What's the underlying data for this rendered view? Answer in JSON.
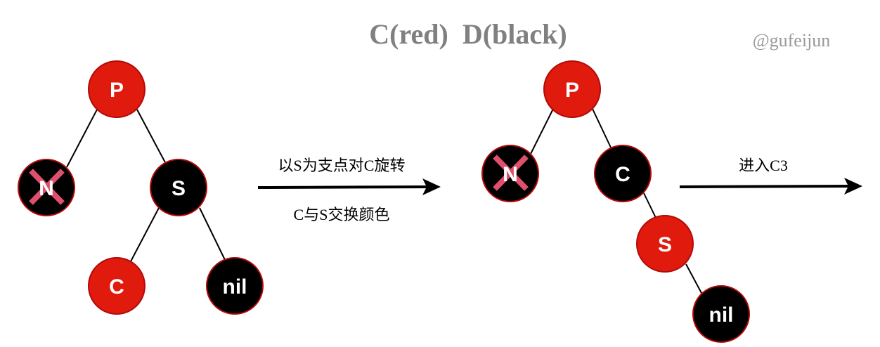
{
  "title": "C(red)  D(black)",
  "watermark": "@gufeijun",
  "colors": {
    "red_node": "#e01a0c",
    "black_node": "#000000",
    "node_border": "#b20a0a",
    "cross": "#e0506c",
    "label_text": "#ffffff",
    "title_text": "#808080"
  },
  "left_tree": {
    "nodes": {
      "p": {
        "label": "P",
        "color": "red"
      },
      "n": {
        "label": "N",
        "color": "black",
        "crossed": true
      },
      "s": {
        "label": "S",
        "color": "black"
      },
      "c": {
        "label": "C",
        "color": "red"
      },
      "nil": {
        "label": "nil",
        "color": "black"
      }
    }
  },
  "step1": {
    "caption_top": "以S为支点对C旋转",
    "caption_bottom": "C与S交换颜色"
  },
  "right_tree": {
    "nodes": {
      "p": {
        "label": "P",
        "color": "red"
      },
      "n": {
        "label": "N",
        "color": "black",
        "crossed": true
      },
      "c": {
        "label": "C",
        "color": "black"
      },
      "s": {
        "label": "S",
        "color": "red"
      },
      "nil": {
        "label": "nil",
        "color": "black"
      }
    }
  },
  "step2": {
    "caption": "进入C3"
  }
}
